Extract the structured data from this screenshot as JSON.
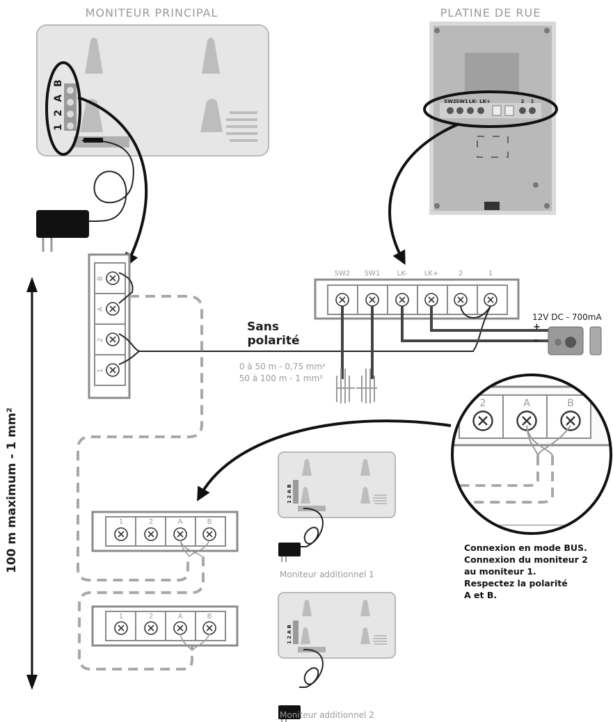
{
  "titles": {
    "main_monitor": "MONITEUR PRINCIPAL",
    "street_panel": "PLATINE DE RUE"
  },
  "main_monitor_terminals": [
    "B",
    "A",
    "2",
    "1"
  ],
  "main_monitor_side_labels": [
    "1",
    "2",
    "A",
    "B"
  ],
  "street_panel_terminals": [
    "SW2",
    "SW1",
    "LK-",
    "LK+",
    "2",
    "1"
  ],
  "street_panel_labels": {
    "sw2": "SW2",
    "sw1": "SW1",
    "lkm": "LK-",
    "lkp": "LK+",
    "t2": "2",
    "t1": "1"
  },
  "wiring": {
    "no_polarity_line1": "Sans",
    "no_polarity_line2": "polarité",
    "cable_spec_1": "0 à 50 m - 0,75 mm²",
    "cable_spec_2": "50 à 100 m - 1 mm²"
  },
  "lock": {
    "power": "12V DC - 700mA",
    "plus": "+",
    "minus": "-"
  },
  "zoom_terminals": [
    "2",
    "A",
    "B"
  ],
  "additional_terminals": [
    "1",
    "2",
    "A",
    "B"
  ],
  "additional_monitors": [
    {
      "caption": "Moniteur additionnel 1",
      "side_label": "1 2 A B"
    },
    {
      "caption": "Moniteur additionnel 2",
      "side_label": "1 2 A B"
    }
  ],
  "distance_label": "100 m maximum - 1 mm²",
  "bus_note": [
    "Connexion en mode BUS.",
    "Connexion du moniteur 2",
    "au moniteur 1.",
    "Respectez la polarité",
    "A et B."
  ]
}
